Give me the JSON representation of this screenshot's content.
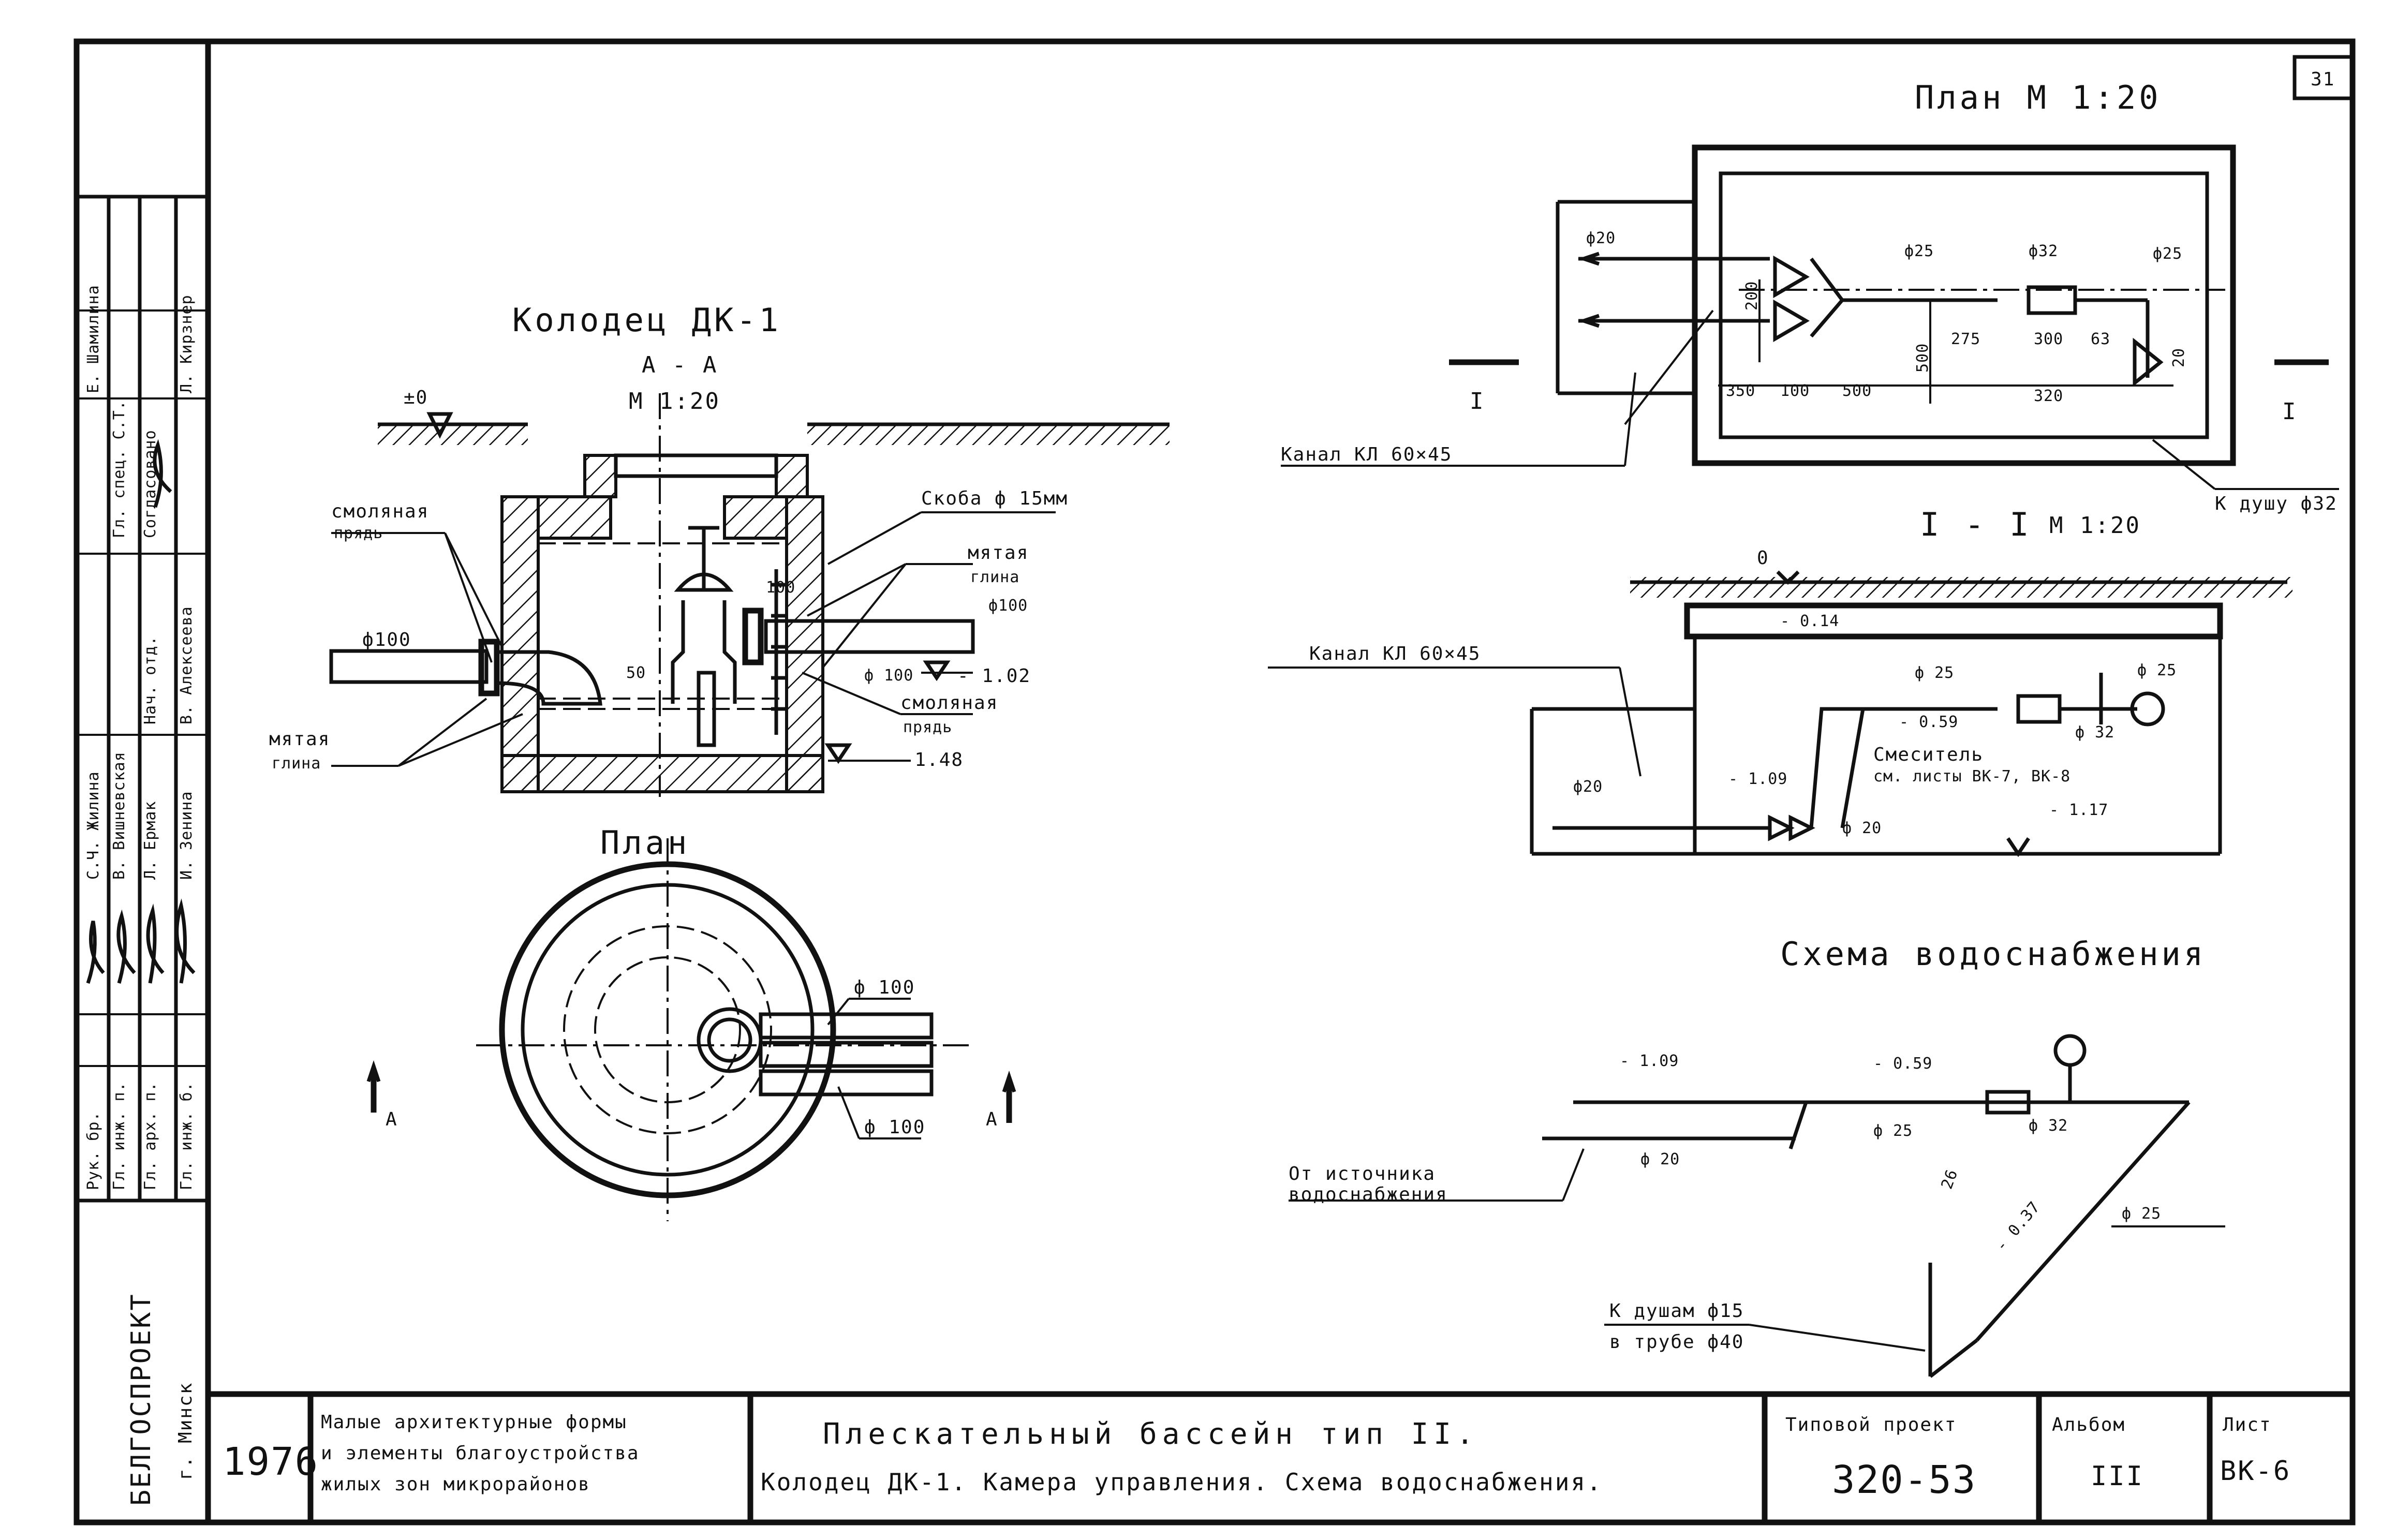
{
  "sheet": {
    "corner_number": "31",
    "stamp_rows": [
      {
        "role": "Рук. бр.",
        "name": "С.Ч. Жилина"
      },
      {
        "role": "Гл. инж. п.",
        "name": "В. Вишневская"
      },
      {
        "role": "Гл. арх. п.",
        "name": "Л. Ермак"
      },
      {
        "role": "Гл. инж. б.",
        "name": "И. Зенина"
      },
      {
        "role": "Нач. отд.",
        "name": "В. Алексеева"
      }
    ],
    "agreed": [
      {
        "role": "Согласовано",
        "name": "Л. Кирзнер"
      },
      {
        "role": "Гл. спец. С.Т.",
        "name": "Е. Шамилина"
      }
    ],
    "org_name": "БЕЛГОСПРОЕКТ",
    "org_city": "г. Минск",
    "year": "1976",
    "album_title": [
      "Малые архитектурные формы",
      "и элементы благоустройства",
      "жилых зон микрорайонов"
    ],
    "sheet_title": [
      "Плескательный бассейн тип II.",
      "Колодец ДК-1. Камера управления. Схема водоснабжения."
    ],
    "project_label": "Типовой проект",
    "project_number": "320-53",
    "album_label": "Альбом",
    "album_number": "III",
    "sheet_label": "Лист",
    "sheet_number": "ВК-6"
  },
  "well_section": {
    "title": "Колодец ДК-1",
    "section_mark": "А - А",
    "scale": "М 1:20",
    "level_zero": "±0",
    "level_pipe": "- 1.02",
    "level_bottom": "- 1.48",
    "label_resin_strand_left": [
      "смоляная",
      "прядь"
    ],
    "label_clay_left": [
      "мятая",
      "глина"
    ],
    "label_rung": "Скоба ф 15мм",
    "label_clay_right": [
      "мятая",
      "глина"
    ],
    "label_resin_strand_right": [
      "смоляная",
      "прядь"
    ],
    "dim_pipe_left": "ф100",
    "dim_pipe_right_top": "ф100",
    "dim_pipe_right": "ф 100",
    "dim_vert": "100",
    "dim_small": "50"
  },
  "well_plan": {
    "title": "План",
    "dim_pipe_top": "ф 100",
    "dim_pipe_bottom": "ф 100",
    "section_mark_left": "А",
    "section_mark_right": "А"
  },
  "chamber_plan": {
    "title": "План  М 1:20",
    "dim_inlet": "ф20",
    "dim_pipe_25": "ф25",
    "dim_pipe_32": "ф32",
    "dim_pipe_25b": "ф25",
    "dim_200": "200",
    "dim_500v": "500",
    "dim_275": "275",
    "dim_300": "300",
    "dim_63": "63",
    "dim_20": "20",
    "dim_350": "350",
    "dim_100": "100",
    "dim_500h": "500",
    "dim_320": "320",
    "section_mark_left": "I",
    "section_mark_right": "I",
    "label_channel": "Канал КЛ 60×45",
    "label_to_shower": "К душу ф32"
  },
  "chamber_section": {
    "title": "I - I",
    "scale": "М 1:20",
    "level_zero": "0",
    "level_top": "- 0.14",
    "level_valve": "- 0.59",
    "level_low": "- 1.09",
    "level_floor": "- 1.17",
    "dim_pipe_25": "ф 25",
    "dim_pipe_32": "ф 32",
    "dim_pipe_25b": "ф 25",
    "dim_pipe_20": "ф 20",
    "dim_pipe_20b": "ф20",
    "label_channel": "Канал КЛ 60×45",
    "label_mixer": [
      "Смеситель",
      "см. листы ВК-7, ВК-8"
    ]
  },
  "water_scheme": {
    "title": "Схема водоснабжения",
    "level_low": "- 1.09",
    "level_valve": "- 0.59",
    "level_diag": "- 0.37",
    "dim_pipe_25": "ф 25",
    "dim_pipe_32": "ф 32",
    "dim_pipe_20": "ф 20",
    "dim_pipe_25b": "ф 25",
    "dim_26": "26",
    "label_source": [
      "От источника",
      "водоснабжения"
    ],
    "label_showers": [
      "К душам ф15",
      "в трубе ф40"
    ]
  }
}
